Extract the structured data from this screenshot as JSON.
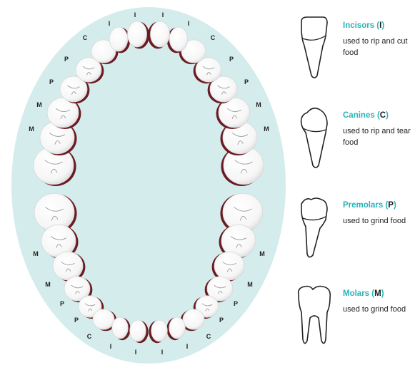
{
  "colors": {
    "palate": "#d4ecec",
    "gum": "#6b1a22",
    "tooth": "#ffffff",
    "accent": "#2ab3b8",
    "letters": "#222222"
  },
  "labels": {
    "incisor": "I",
    "canine": "C",
    "premolar": "P",
    "molar": "M"
  },
  "legend": [
    {
      "name": "Incisors",
      "code": "I",
      "desc": "used to rip and cut food",
      "icon": "incisor-icon"
    },
    {
      "name": "Canines",
      "code": "C",
      "desc": "used to rip and tear food",
      "icon": "canine-icon"
    },
    {
      "name": "Premolars",
      "code": "P",
      "desc": "used to grind food",
      "icon": "premolar-icon"
    },
    {
      "name": "Molars",
      "code": "M",
      "desc": "used to grind food",
      "icon": "molar-icon"
    }
  ]
}
